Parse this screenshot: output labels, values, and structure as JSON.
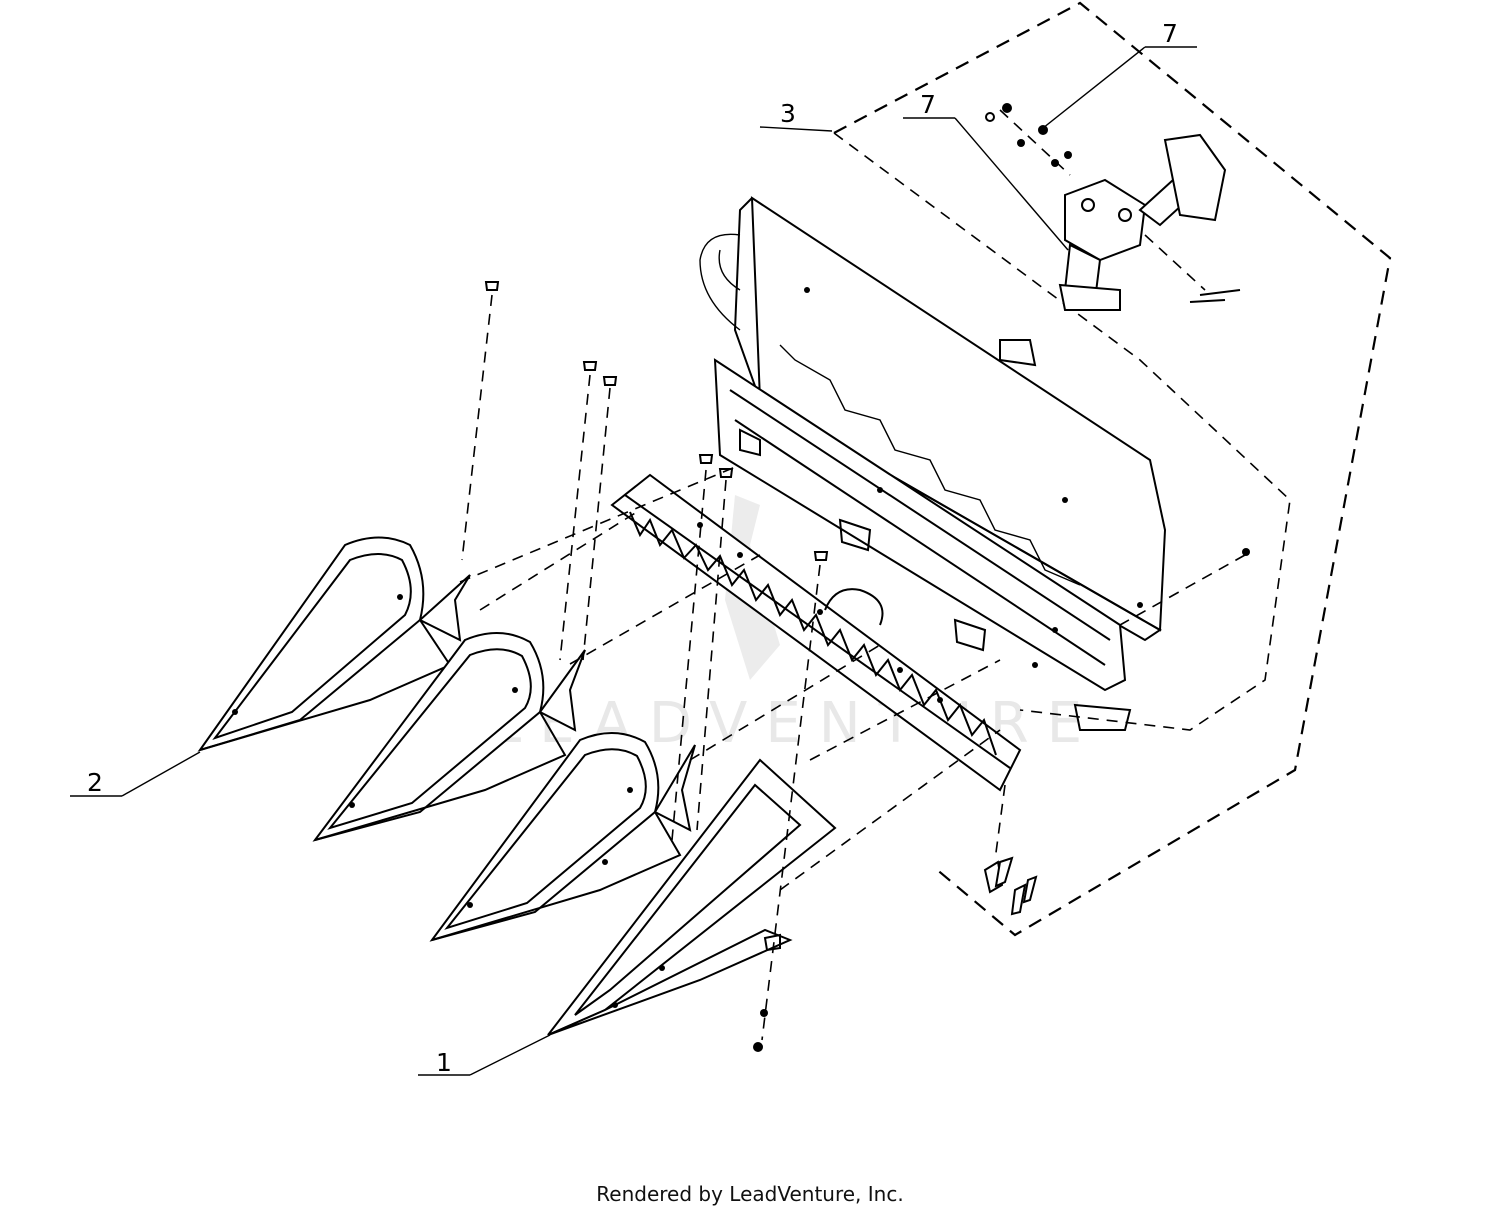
{
  "callouts": [
    {
      "label": "1"
    },
    {
      "label": "2"
    },
    {
      "label": "3"
    },
    {
      "label": "7"
    },
    {
      "label": "7"
    }
  ],
  "watermark": "LEADVENTURE",
  "footer": "Rendered by LeadVenture, Inc."
}
